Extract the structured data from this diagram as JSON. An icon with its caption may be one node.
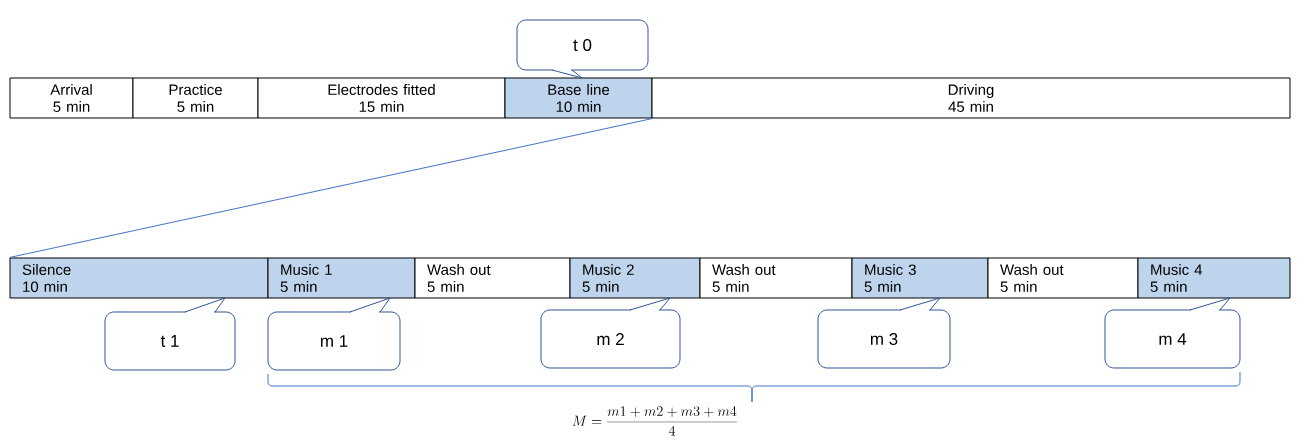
{
  "diagram": {
    "nodes": [
      {
        "text": [
          "Arrival",
          "5 min"
        ]
      },
      {
        "text": [
          "Practice",
          "5 min"
        ]
      },
      {
        "text": [
          "Electrodes fitted",
          "15 min"
        ]
      },
      {
        "text": [
          "Base line",
          "10 min"
        ]
      },
      {
        "text": [
          "Driving",
          "45 min"
        ]
      },
      {
        "text": [
          "t 0"
        ]
      },
      {
        "text": [
          "Silence",
          "10 min"
        ]
      },
      {
        "text": [
          "Music 1",
          "5 min"
        ]
      },
      {
        "text": [
          "Wash out",
          "5 min"
        ]
      },
      {
        "text": [
          "Music 2",
          "5 min"
        ]
      },
      {
        "text": [
          "Wash out",
          "5 min"
        ]
      },
      {
        "text": [
          "Music 3",
          "5 min"
        ]
      },
      {
        "text": [
          "Wash out",
          "5 min"
        ]
      },
      {
        "text": [
          "Music 4",
          "5 min"
        ]
      },
      {
        "text": [
          "t 1"
        ]
      },
      {
        "text": [
          "m 1"
        ]
      },
      {
        "text": [
          "m 2"
        ]
      },
      {
        "text": [
          "m 3"
        ]
      },
      {
        "text": [
          "m 4"
        ]
      }
    ],
    "edges": [
      {
        "from": 3,
        "to": 6,
        "arrow": "none"
      }
    ],
    "labels": [
      "M = \\frac{m1 + m2 + m3 + m4}{4}"
    ]
  }
}
